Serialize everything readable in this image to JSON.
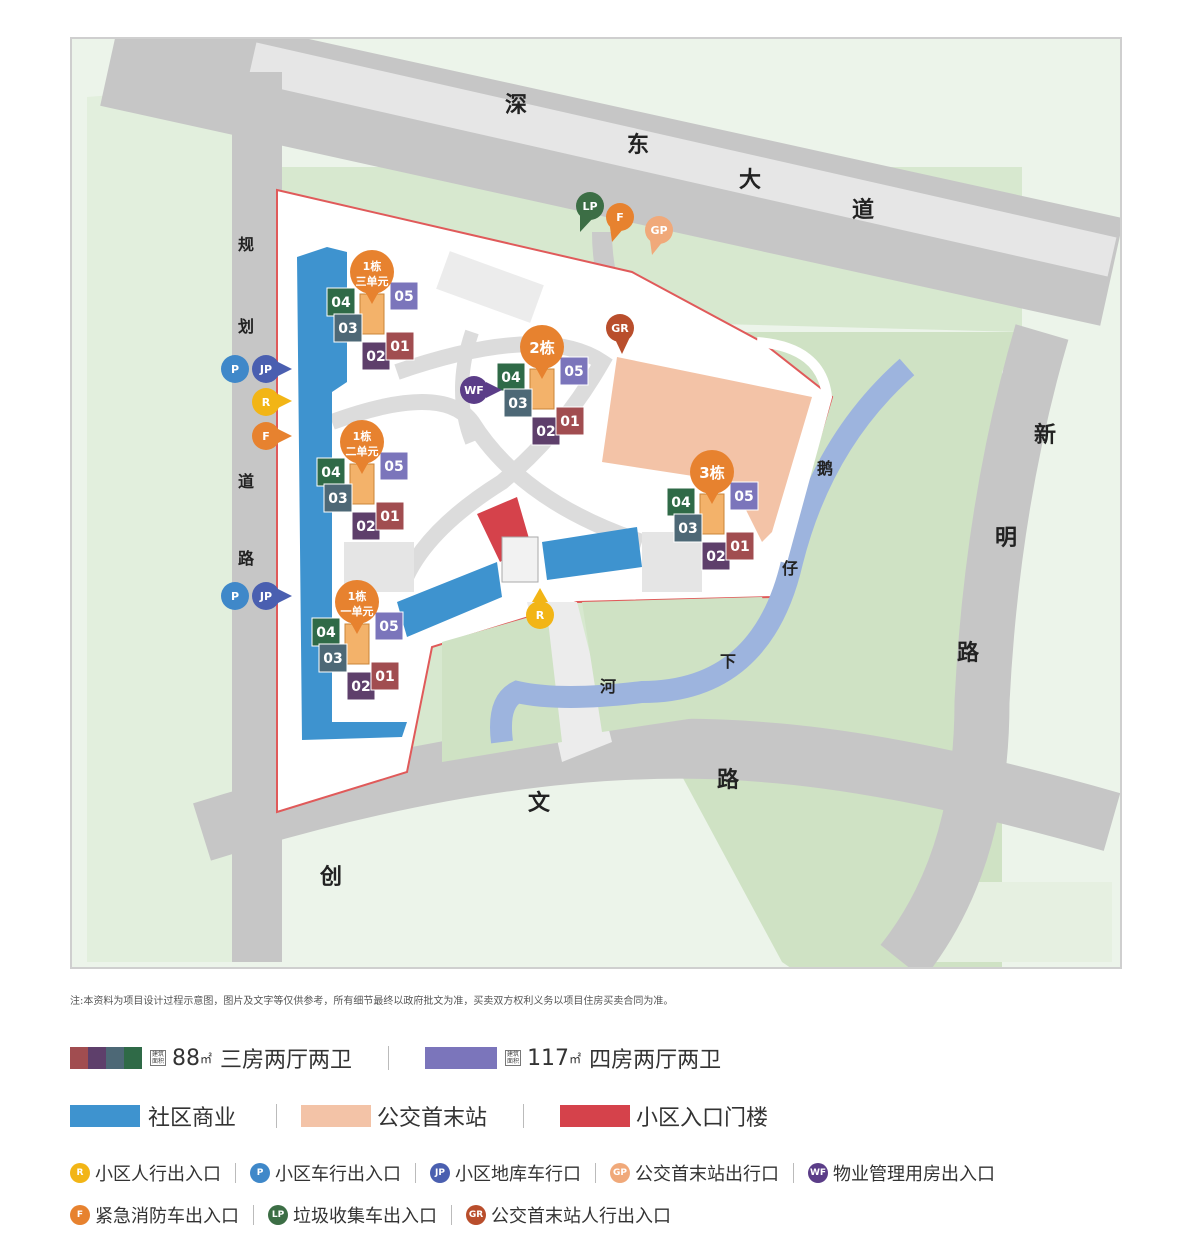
{
  "roads": {
    "shendong": [
      "深",
      "东",
      "大",
      "道"
    ],
    "guihua": [
      "规",
      "划",
      "道",
      "路"
    ],
    "xinming": [
      "新",
      "明",
      "路"
    ],
    "chuangwen": [
      "创",
      "文",
      "路"
    ],
    "river": [
      "鹅",
      "仔",
      "下",
      "河"
    ]
  },
  "buildings": [
    {
      "tag": [
        "1栋",
        "三单元"
      ],
      "units": [
        "04",
        "05",
        "03",
        "02",
        "01"
      ]
    },
    {
      "tag": [
        "2栋"
      ],
      "units": [
        "04",
        "05",
        "03",
        "02",
        "01"
      ]
    },
    {
      "tag": [
        "1栋",
        "二单元"
      ],
      "units": [
        "04",
        "05",
        "03",
        "02",
        "01"
      ]
    },
    {
      "tag": [
        "3栋"
      ],
      "units": [
        "04",
        "05",
        "03",
        "02",
        "01"
      ]
    },
    {
      "tag": [
        "1栋",
        "一单元"
      ],
      "units": [
        "04",
        "05",
        "03",
        "02",
        "01"
      ]
    }
  ],
  "markers": {
    "lp": "LP",
    "f": "F",
    "gp": "GP",
    "gr": "GR",
    "wf": "WF",
    "jp": "JP",
    "p": "P",
    "r": "R"
  },
  "note": "注:本资料为项目设计过程示意图，图片及文字等仅供参考，所有细节最终以政府批文为准，买卖双方权利义务以项目住房买卖合同为准。",
  "legend": {
    "area_top": "建筑",
    "area_bottom": "面积",
    "unit88_num": "88",
    "unit88_unit": "㎡",
    "unit88_desc": "三房两厅两卫",
    "unit117_num": "117",
    "unit117_unit": "㎡",
    "unit117_desc": "四房两厅两卫",
    "commercial": "社区商业",
    "bus": "公交首末站",
    "gate": "小区入口门楼"
  },
  "icons": {
    "r_label": "小区人行出入口",
    "p_label": "小区车行出入口",
    "jp_label": "小区地库车行口",
    "gp_label": "公交首末站出行口",
    "wf_label": "物业管理用房出入口",
    "f_label": "紧急消防车出入口",
    "lp_label": "垃圾收集车出入口",
    "gr_label": "公交首末站人行出入口"
  },
  "colors": {
    "unit_red": "#a14d50",
    "unit_purple": "#5e3f6b",
    "unit_slate": "#4d6876",
    "unit_green": "#2f6a47",
    "unit_lavender": "#7b75bb",
    "commercial": "#3e93cf",
    "bus": "#f3c3a7",
    "gate": "#d5424b",
    "orange": "#e7822f",
    "river": "#9db4de"
  }
}
